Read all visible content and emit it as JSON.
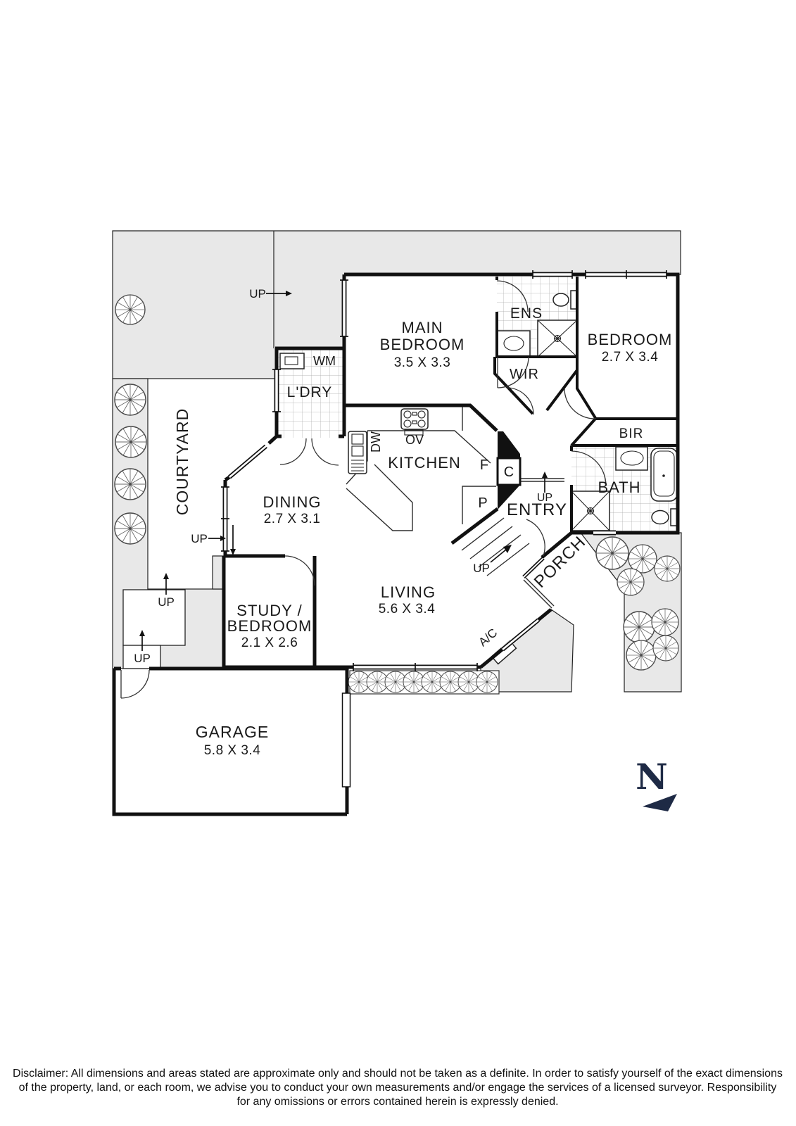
{
  "rooms": {
    "main_bedroom": {
      "line1": "MAIN",
      "line2": "BEDROOM",
      "dims": "3.5 X 3.3"
    },
    "bedroom": {
      "line1": "BEDROOM",
      "dims": "2.7 X 3.4"
    },
    "dining": {
      "line1": "DINING",
      "dims": "2.7 X 3.1"
    },
    "living": {
      "line1": "LIVING",
      "dims": "5.6 X 3.4"
    },
    "study": {
      "line1": "STUDY /",
      "line2": "BEDROOM",
      "dims": "2.1 X 2.6"
    },
    "garage": {
      "line1": "GARAGE",
      "dims": "5.8 X 3.4"
    },
    "kitchen": {
      "line1": "KITCHEN"
    },
    "entry": {
      "line1": "ENTRY"
    },
    "porch": {
      "line1": "PORCH"
    },
    "courtyard": {
      "line1": "COURTYARD"
    },
    "laundry": {
      "line1": "L'DRY"
    },
    "ens": {
      "line1": "ENS"
    },
    "wir": {
      "line1": "WIR"
    },
    "bir": {
      "line1": "BIR"
    },
    "bath": {
      "line1": "BATH"
    }
  },
  "fixtures": {
    "wm": "WM",
    "ov": "OV",
    "dw": "DW",
    "fridge": "F",
    "pantry": "P",
    "cupboard": "C",
    "ac": "A/C"
  },
  "markers": {
    "up": "UP"
  },
  "compass": {
    "north": "N"
  },
  "colors": {
    "land": "#e8e8e8",
    "wall": "#111111",
    "compass": "#1e2a45"
  },
  "disclaimer": {
    "line1": "Disclaimer: All dimensions and areas stated are approximate only and should not be taken as a definite. In order to satisfy yourself of the exact dimensions",
    "line2": "of the property, land, or each room, we advise you to conduct your own measurements and/or engage the services of a licensed surveyor. Responsibility",
    "line3": "for any omissions or errors contained herein is expressly denied."
  }
}
